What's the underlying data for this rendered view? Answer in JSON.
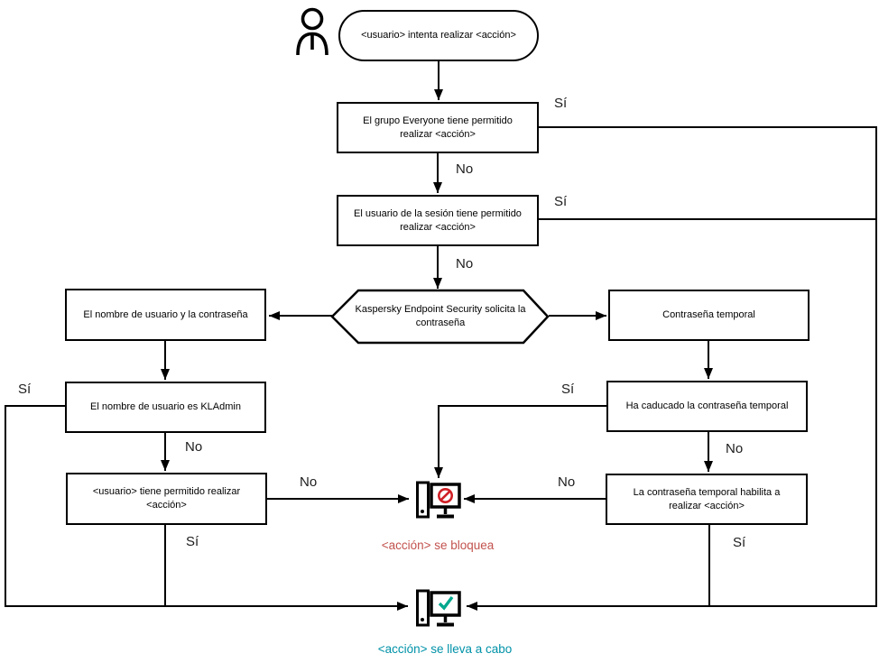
{
  "flow": {
    "start": "<usuario> intenta realizar <acción>",
    "nodes": {
      "everyone": "El grupo Everyone tiene permitido realizar <acción>",
      "session": "El usuario de la sesión tiene permitido realizar <acción>",
      "prompt": "Kaspersky Endpoint Security solicita la contraseña",
      "creds": "El nombre de usuario y la contraseña",
      "temp": "Contraseña temporal",
      "kladmin": "El nombre de usuario es KLAdmin",
      "expired": "Ha caducado la contraseña temporal",
      "user_allowed": "<usuario> tiene permitido realizar <acción>",
      "temp_allows": "La contraseña temporal habilita a realizar <acción>"
    },
    "labels": {
      "yes": "Sí",
      "no": "No"
    },
    "outcomes": {
      "blocked": "<acción> se bloquea",
      "done": "<acción> se lleva a cabo"
    },
    "colors": {
      "line": "#000000",
      "blocked_sign": "#cf2026",
      "blocked_text": "#c2524e",
      "check": "#00a88e",
      "done_text": "#0092a8"
    }
  }
}
